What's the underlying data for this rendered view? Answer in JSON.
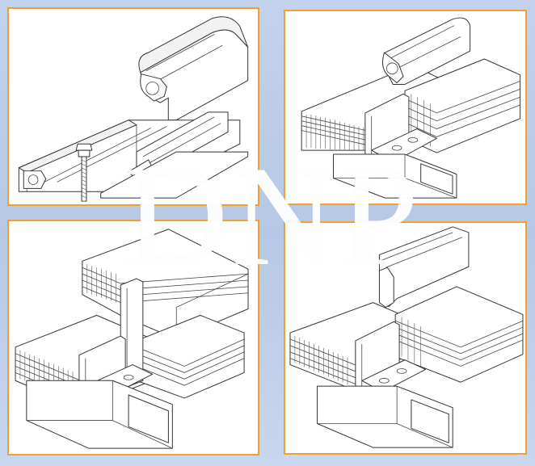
{
  "colors": {
    "background": "#c3d2ec",
    "panel_border": "#f0a030",
    "line": "#333333",
    "watermark": "#ffffff"
  },
  "watermark": "DNP",
  "panels": [
    {
      "id": "p1",
      "name": "profile-and-screw"
    },
    {
      "id": "p2",
      "name": "base-with-cap-above"
    },
    {
      "id": "p3",
      "name": "sheets-stacked"
    },
    {
      "id": "p4",
      "name": "cap-assembly"
    }
  ]
}
